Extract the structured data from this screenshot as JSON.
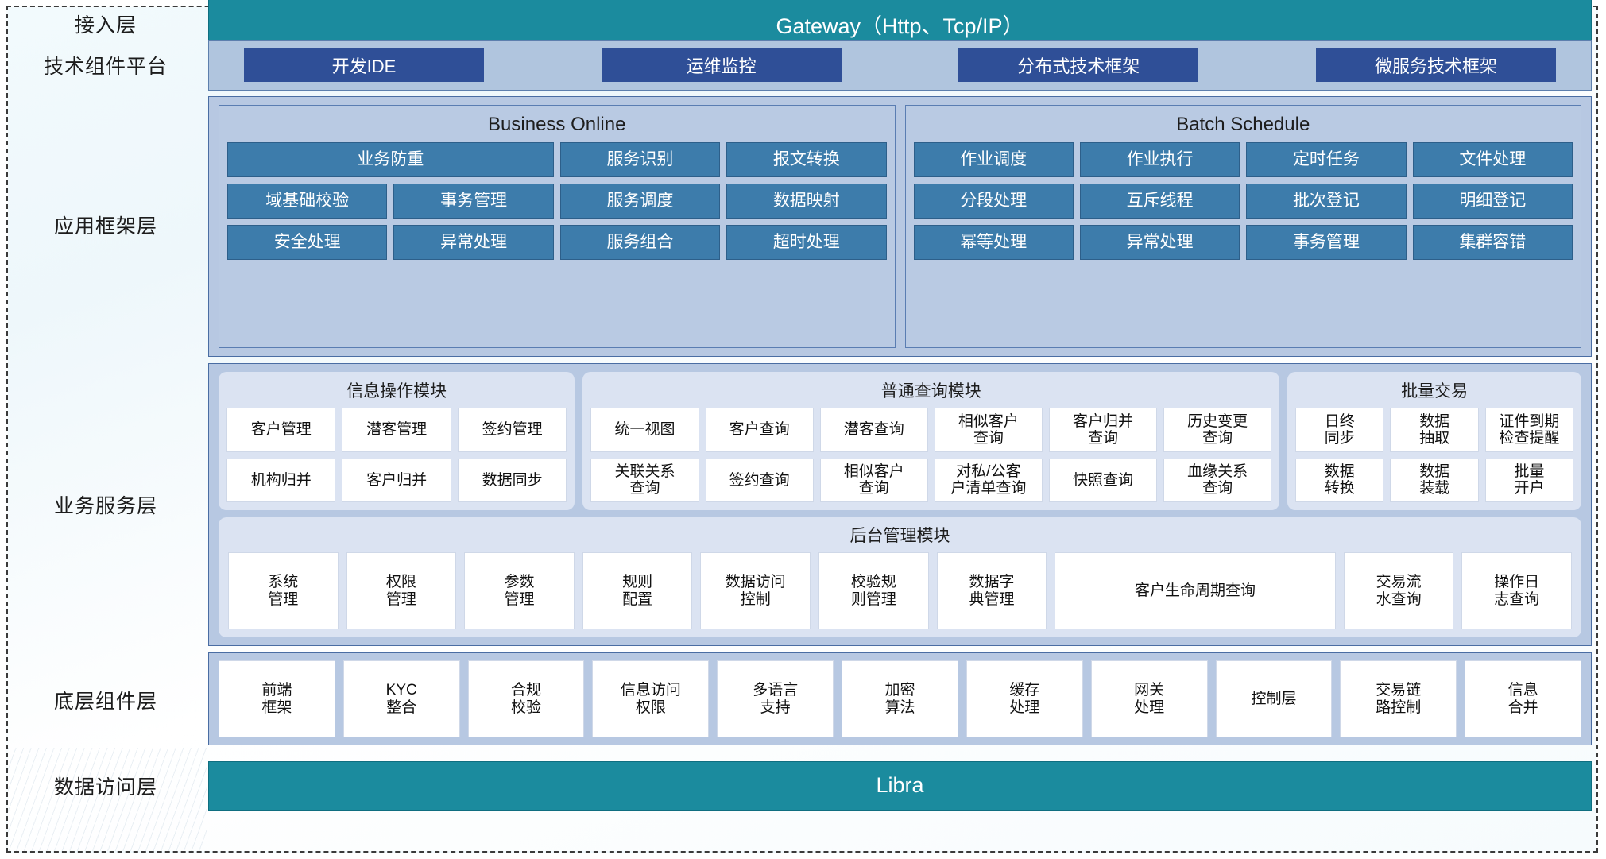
{
  "layers": [
    {
      "label": "接入层"
    },
    {
      "label": "技术组件平台"
    },
    {
      "label": "应用框架层"
    },
    {
      "label": "业务服务层"
    },
    {
      "label": "底层组件层"
    },
    {
      "label": "数据访问层"
    }
  ],
  "colors": {
    "teal": "#1b8b9e",
    "tech_chip": "#2f4f97",
    "tech_band": "#b0c5de",
    "panel": "#b7c8e2",
    "subpanel": "#b9cae3",
    "chip": "#3d7cab",
    "module": "#dbe3f2",
    "cell": "#ffffff",
    "frame_dash": "#3a3a3a"
  },
  "access_layer": {
    "title": "Gateway（Http、Tcp/IP）"
  },
  "tech_platform": {
    "items": [
      {
        "label": "开发IDE"
      },
      {
        "label": "运维监控"
      },
      {
        "label": "分布式技术框架"
      },
      {
        "label": "微服务技术框架"
      }
    ]
  },
  "app_framework": {
    "business_online": {
      "title": "Business Online",
      "rows": [
        [
          {
            "label": "业务防重",
            "span": 2
          },
          {
            "label": "服务识别",
            "span": 1
          },
          {
            "label": "报文转换",
            "span": 1
          }
        ],
        [
          {
            "label": "域基础校验",
            "span": 1
          },
          {
            "label": "事务管理",
            "span": 1
          },
          {
            "label": "服务调度",
            "span": 1
          },
          {
            "label": "数据映射",
            "span": 1
          }
        ],
        [
          {
            "label": "安全处理",
            "span": 1
          },
          {
            "label": "异常处理",
            "span": 1
          },
          {
            "label": "服务组合",
            "span": 1
          },
          {
            "label": "超时处理",
            "span": 1
          }
        ]
      ]
    },
    "batch_schedule": {
      "title": "Batch Schedule",
      "rows": [
        [
          {
            "label": "作业调度",
            "span": 1
          },
          {
            "label": "作业执行",
            "span": 1
          },
          {
            "label": "定时任务",
            "span": 1
          },
          {
            "label": "文件处理",
            "span": 1
          }
        ],
        [
          {
            "label": "分段处理",
            "span": 1
          },
          {
            "label": "互斥线程",
            "span": 1
          },
          {
            "label": "批次登记",
            "span": 1
          },
          {
            "label": "明细登记",
            "span": 1
          }
        ],
        [
          {
            "label": "幂等处理",
            "span": 1
          },
          {
            "label": "异常处理",
            "span": 1
          },
          {
            "label": "事务管理",
            "span": 1
          },
          {
            "label": "集群容错",
            "span": 1
          }
        ]
      ]
    }
  },
  "business_service": {
    "info_module": {
      "title": "信息操作模块",
      "rows": [
        [
          "客户管理",
          "潜客管理",
          "签约管理"
        ],
        [
          "机构归并",
          "客户归并",
          "数据同步"
        ]
      ]
    },
    "query_module": {
      "title": "普通查询模块",
      "rows": [
        [
          "统一视图",
          "客户查询",
          "潜客查询",
          "相似客户\n查询",
          "客户归并\n查询",
          "历史变更\n查询"
        ],
        [
          "关联关系\n查询",
          "签约查询",
          "相似客户\n查询",
          "对私/公客\n户清单查询",
          "快照查询",
          "血缘关系\n查询"
        ]
      ]
    },
    "batch_trade_module": {
      "title": "批量交易",
      "rows": [
        [
          "日终\n同步",
          "数据\n抽取",
          "证件到期\n检查提醒"
        ],
        [
          "数据\n转换",
          "数据\n装载",
          "批量\n开户"
        ]
      ]
    },
    "admin_module": {
      "title": "后台管理模块",
      "items": [
        "系统\n管理",
        "权限\n管理",
        "参数\n管理",
        "规则\n配置",
        "数据访问\n控制",
        "校验规\n则管理",
        "数据字\n典管理",
        "客户生命周期查询",
        "交易流\n水查询",
        "操作日\n志查询"
      ]
    }
  },
  "component_layer": {
    "items": [
      "前端\n框架",
      "KYC\n整合",
      "合规\n校验",
      "信息访问\n权限",
      "多语言\n支持",
      "加密\n算法",
      "缓存\n处理",
      "网关\n处理",
      "控制层",
      "交易链\n路控制",
      "信息\n合并"
    ]
  },
  "data_access_layer": {
    "title": "Libra"
  }
}
